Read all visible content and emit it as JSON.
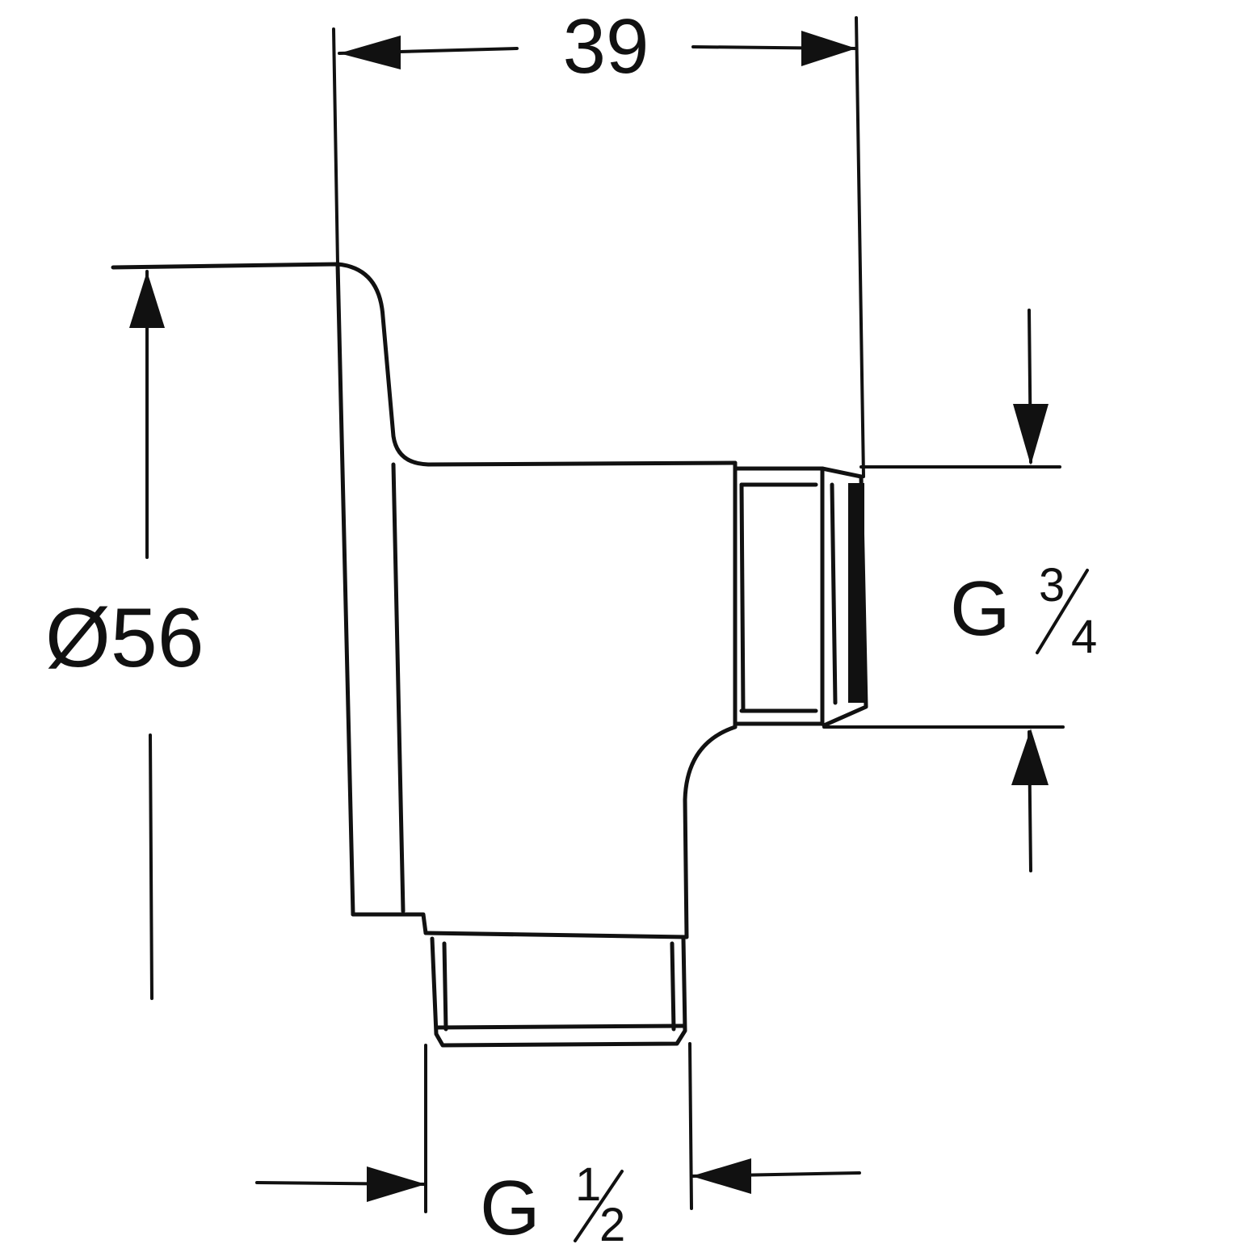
{
  "drawing": {
    "stroke_color": "#111111",
    "background": "#ffffff"
  },
  "dimensions": {
    "width_top": "39",
    "diameter_left": "Ø56",
    "thread_right_letter": "G",
    "thread_right_numerator": "3",
    "thread_right_denominator": "4",
    "thread_bottom_letter": "G",
    "thread_bottom_numerator": "1",
    "thread_bottom_denominator": "2"
  }
}
